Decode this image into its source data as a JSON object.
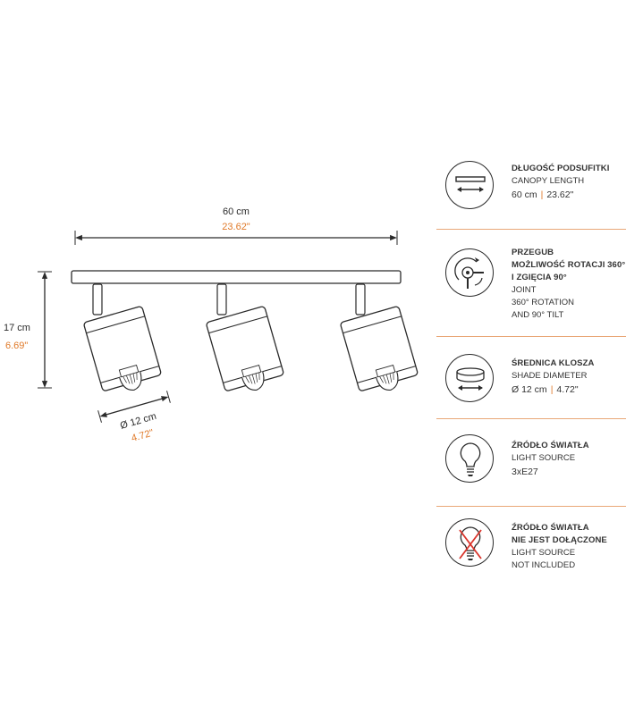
{
  "dimensions": {
    "length_cm": "60 cm",
    "length_in": "23.62\"",
    "height_cm": "17 cm",
    "height_in": "6.69\"",
    "shade_cm": "Ø 12 cm",
    "shade_in": "4.72\""
  },
  "specs": [
    {
      "icon": "canopy-length-icon",
      "title_lines": [
        "DŁUGOŚĆ PODSUFITKI"
      ],
      "sub_lines": [
        "CANOPY LENGTH"
      ],
      "value_cm": "60 cm",
      "value_in": "23.62\""
    },
    {
      "icon": "joint-rotation-icon",
      "title_lines": [
        "PRZEGUB",
        "MOŻLIWOŚĆ ROTACJI 360°",
        "I ZGIĘCIA 90°"
      ],
      "sub_lines": [
        "JOINT",
        "360° ROTATION",
        "AND 90° TILT"
      ]
    },
    {
      "icon": "shade-diameter-icon",
      "title_lines": [
        "ŚREDNICA KLOSZA"
      ],
      "sub_lines": [
        "SHADE DIAMETER"
      ],
      "value_cm": "Ø 12 cm",
      "value_in": "4.72\""
    },
    {
      "icon": "light-bulb-icon",
      "title_lines": [
        "ŹRÓDŁO ŚWIATŁA"
      ],
      "sub_lines": [
        "LIGHT SOURCE"
      ],
      "plain_value": "3xE27"
    },
    {
      "icon": "bulb-not-included-icon",
      "title_lines": [
        "ŹRÓDŁO ŚWIATŁA",
        "NIE JEST DOŁĄCZONE"
      ],
      "sub_lines": [
        "LIGHT SOURCE",
        "NOT INCLUDED"
      ]
    }
  ],
  "colors": {
    "line": "#2a2a2a",
    "accent": "#e07a2a",
    "divider": "#e9a777",
    "forbidden": "#d9342b"
  }
}
